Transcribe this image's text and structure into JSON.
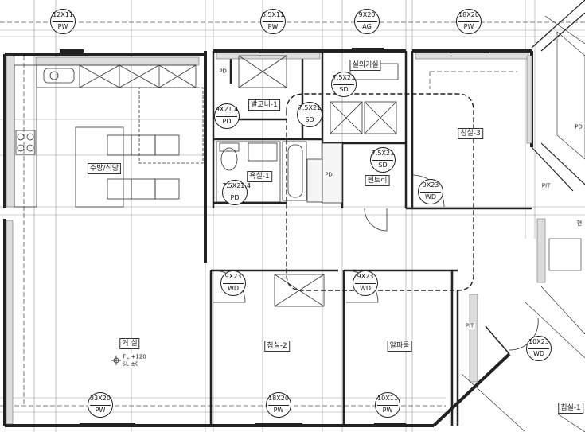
{
  "rooms": {
    "kitchen": "주방/식당",
    "balcony": "발코니-1",
    "bath": "욕실-1",
    "outdoor_unit": "실외기실",
    "pantry": "펜트리",
    "bed3": "침실-3",
    "living": "거 실",
    "bed2": "침실-2",
    "alpha": "알파룸",
    "bed1": "침실-1"
  },
  "tags": {
    "pd_tl": "PD",
    "pd_mid": "PD",
    "pd_right": "PD",
    "pit_right": "PIT",
    "pit_low": "PIT",
    "partial_right": "현"
  },
  "level": {
    "fl": "FL +120",
    "sl": "SL ±0"
  },
  "markers": [
    {
      "id": "w1",
      "top": "12X11",
      "bottom": "PW"
    },
    {
      "id": "w2",
      "top": "6.5X11",
      "bottom": "PW"
    },
    {
      "id": "w3",
      "top": "9X20",
      "bottom": "AG"
    },
    {
      "id": "w4",
      "top": "18X20",
      "bottom": "PW"
    },
    {
      "id": "d1",
      "top": "7.5X21",
      "bottom": "SD"
    },
    {
      "id": "d2",
      "top": "9X21.4",
      "bottom": "PD"
    },
    {
      "id": "d3",
      "top": "7.5X21",
      "bottom": "SD"
    },
    {
      "id": "d4",
      "top": "7.5X21",
      "bottom": "SD"
    },
    {
      "id": "d5",
      "top": "9X23",
      "bottom": "WD"
    },
    {
      "id": "d6",
      "top": "7.5X21.4",
      "bottom": "PD"
    },
    {
      "id": "d7",
      "top": "9X23",
      "bottom": "WD"
    },
    {
      "id": "d8",
      "top": "9X23",
      "bottom": "WD"
    },
    {
      "id": "d9",
      "top": "10X23",
      "bottom": "WD"
    },
    {
      "id": "w5",
      "top": "33X20",
      "bottom": "PW"
    },
    {
      "id": "w6",
      "top": "18X20",
      "bottom": "PW"
    },
    {
      "id": "w7",
      "top": "10X11",
      "bottom": "PW"
    }
  ]
}
